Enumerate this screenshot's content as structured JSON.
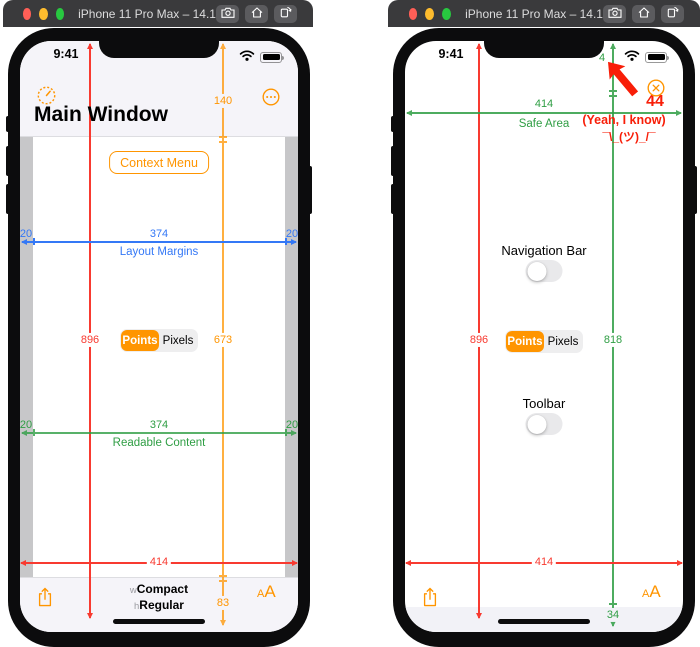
{
  "window_title": "iPhone 11 Pro Max – 14.1",
  "colors": {
    "accent_orange": "#ff9500",
    "measure_red": "#f83a30",
    "measure_blue": "#3478f6",
    "measure_green": "#2f9e44",
    "annotation_red": "#f81e08",
    "margin_strip_gray": "#c7c7c9"
  },
  "titlebar_icons": [
    "screenshot-icon",
    "home-icon",
    "rotate-icon"
  ],
  "left_phone": {
    "status_time": "9:41",
    "nav_title": "Main Window",
    "context_button_label": "Context Menu",
    "measurements": {
      "screen_height": "896",
      "screen_width": "414",
      "top_segment": "140",
      "middle_segment": "673",
      "bottom_segment": "83",
      "layout_margins": {
        "left": "20",
        "center": "374",
        "right": "20",
        "label": "Layout Margins"
      },
      "readable_content": {
        "left": "20",
        "center": "374",
        "right": "20",
        "label": "Readable Content"
      }
    },
    "segmented": {
      "options": [
        "Points",
        "Pixels"
      ],
      "selected": "Points"
    },
    "size_classes": {
      "w_prefix": "w",
      "w_value": "Compact",
      "h_prefix": "h",
      "h_value": "Regular"
    },
    "text_size_button": {
      "small": "A",
      "large": "A"
    }
  },
  "right_phone": {
    "status_time": "9:41",
    "measurements": {
      "screen_height": "896",
      "screen_width": "414",
      "safe_area": {
        "width": "414",
        "label": "Safe Area",
        "height": "818",
        "top_partial": "4",
        "bottom": "34"
      }
    },
    "annotation": {
      "value": "44",
      "caption": "(Yeah, I know)",
      "shrug": "¯\\_(ツ)_/¯"
    },
    "toggles": [
      {
        "label": "Navigation Bar",
        "state": "off"
      },
      {
        "label": "Toolbar",
        "state": "off"
      }
    ],
    "segmented": {
      "options": [
        "Points",
        "Pixels"
      ],
      "selected": "Points"
    },
    "text_size_button": {
      "small": "A",
      "large": "A"
    }
  }
}
